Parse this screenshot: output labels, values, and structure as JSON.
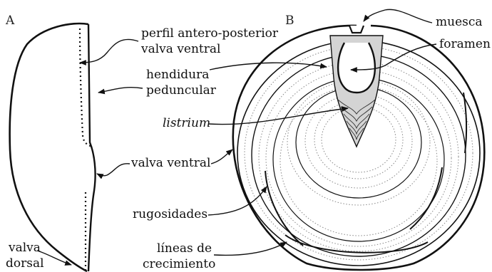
{
  "panels": {
    "a": "A",
    "b": "B"
  },
  "labels": {
    "perfil_line1": "perfil antero-posterior",
    "perfil_line2": "valva ventral",
    "hendidura_line1": "hendidura",
    "hendidura_line2": "peduncular",
    "listrium": "listrium",
    "valva_ventral": "valva ventral",
    "rugosidades": "rugosidades",
    "lineas_line1": "líneas de",
    "lineas_line2": "crecimiento",
    "valva_dorsal_line1": "valva",
    "valva_dorsal_line2": "dorsal",
    "muesca": "muesca",
    "foramen": "foramen"
  },
  "colors": {
    "ink": "#111111",
    "listrium_fill": "#d4d4d4",
    "growth_lines": "#888888"
  }
}
